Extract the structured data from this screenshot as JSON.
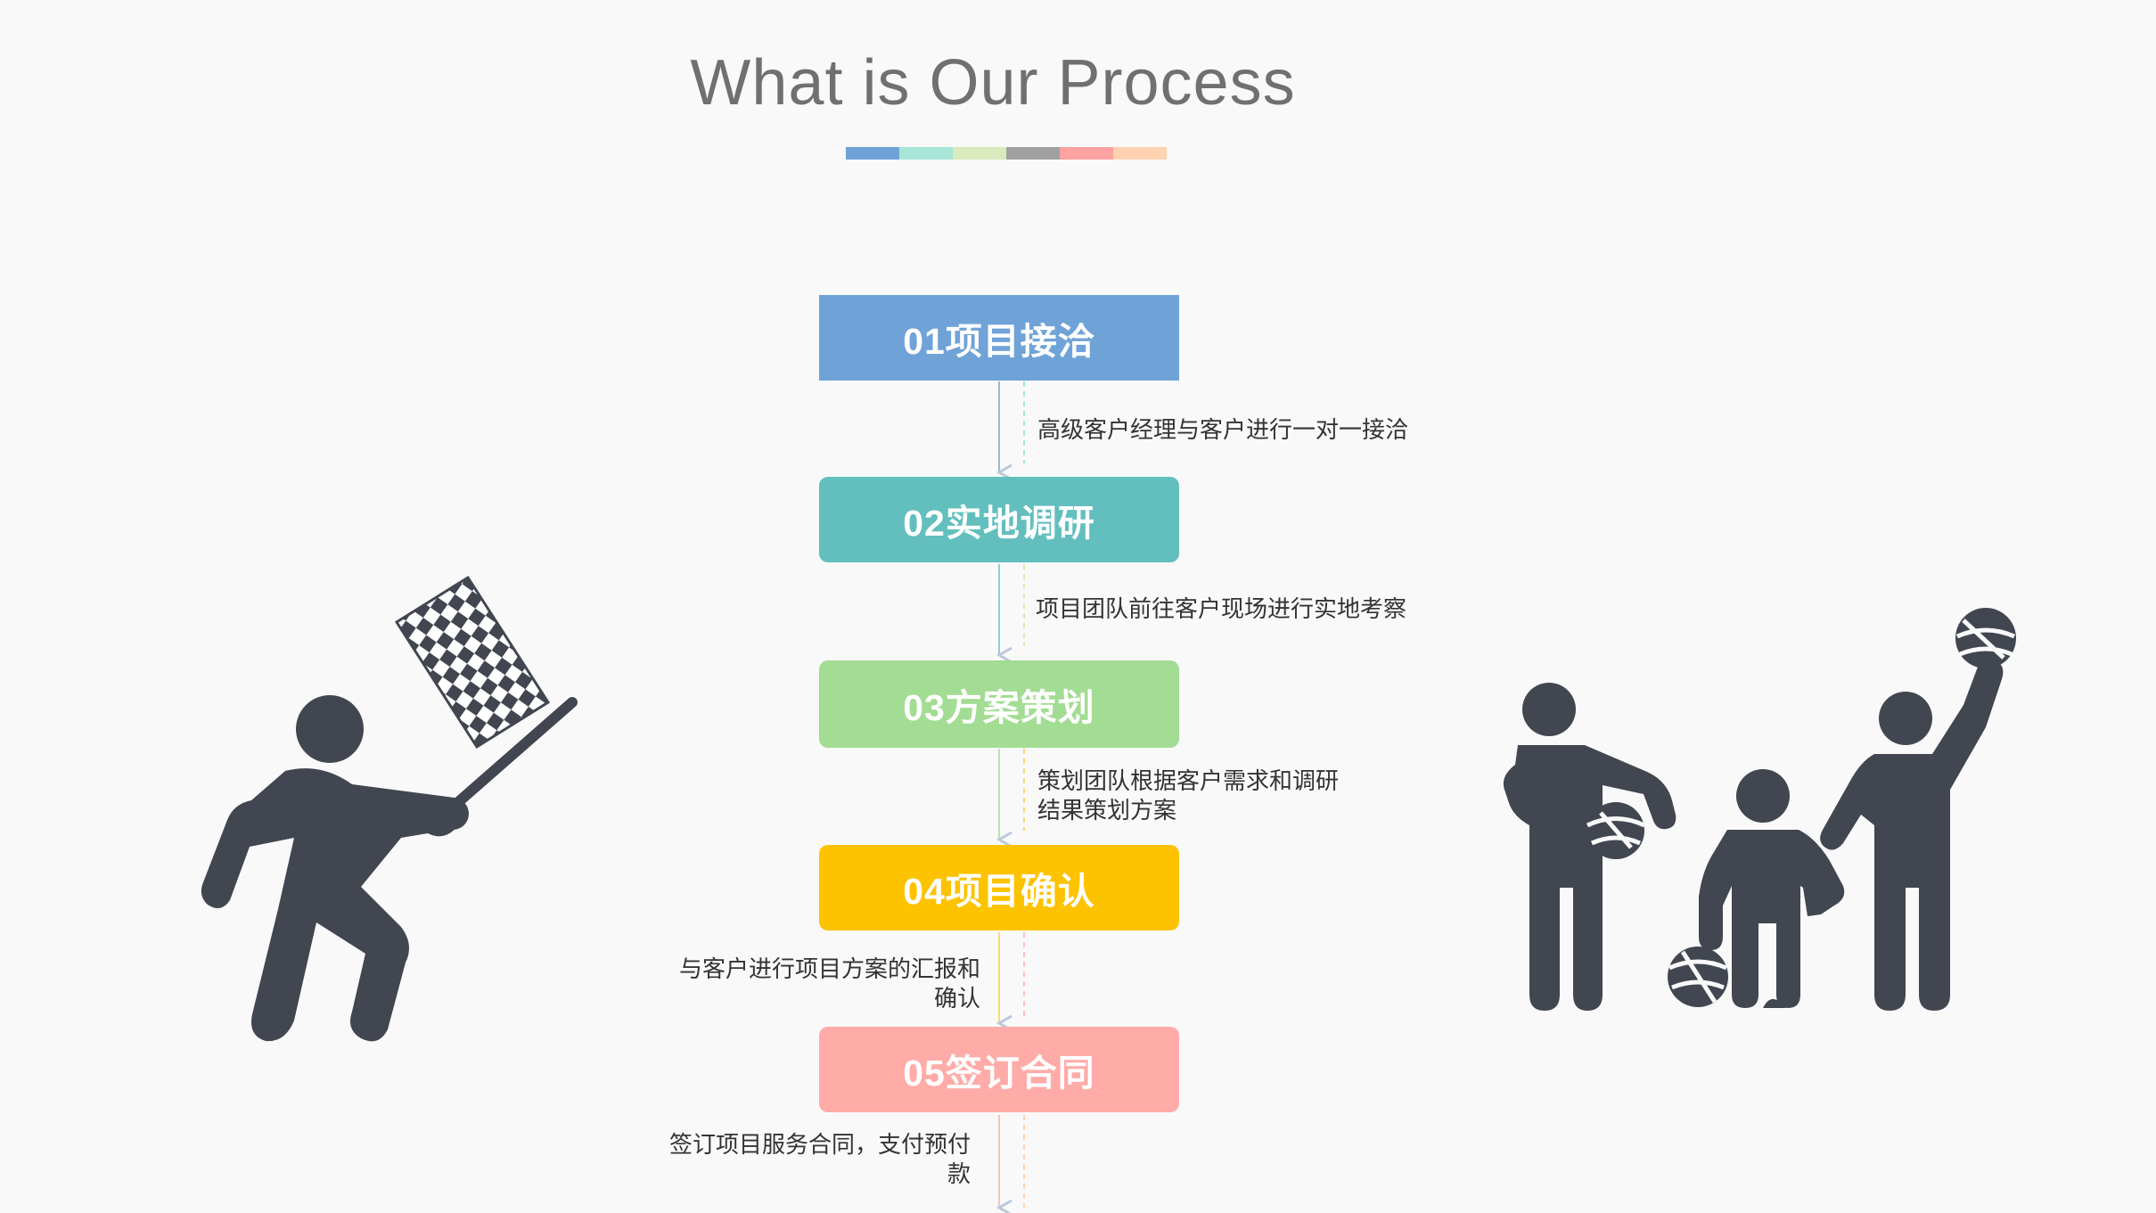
{
  "title": "What is Our Process",
  "colors": {
    "step1": "#6fa3d8",
    "step2": "#62bfbe",
    "step3": "#a3dc93",
    "step4": "#fdc200",
    "step5": "#ffaba8",
    "bar": [
      "#6fa3d8",
      "#a7e6d7",
      "#d9ebbc",
      "#a0a0a0",
      "#fea1a1",
      "#ffd2b1"
    ],
    "figure": "#414650"
  },
  "steps": [
    {
      "label": "01项目接洽",
      "desc": "高级客户经理与客户进行一对一接洽"
    },
    {
      "label": "02实地调研",
      "desc": "项目团队前往客户现场进行实地考察"
    },
    {
      "label": "03方案策划",
      "desc_line1": "策划团队根据客户需求和调研",
      "desc_line2": "结果策划方案"
    },
    {
      "label": "04项目确认",
      "desc_line1": "与客户进行项目方案的汇报和",
      "desc_line2": "确认"
    },
    {
      "label": "05签订合同",
      "desc_line1": "签订项目服务合同，支付预付",
      "desc_line2": "款"
    }
  ],
  "icons": {
    "left": "flag-runner-icon",
    "right": "family-with-balls-icon"
  }
}
